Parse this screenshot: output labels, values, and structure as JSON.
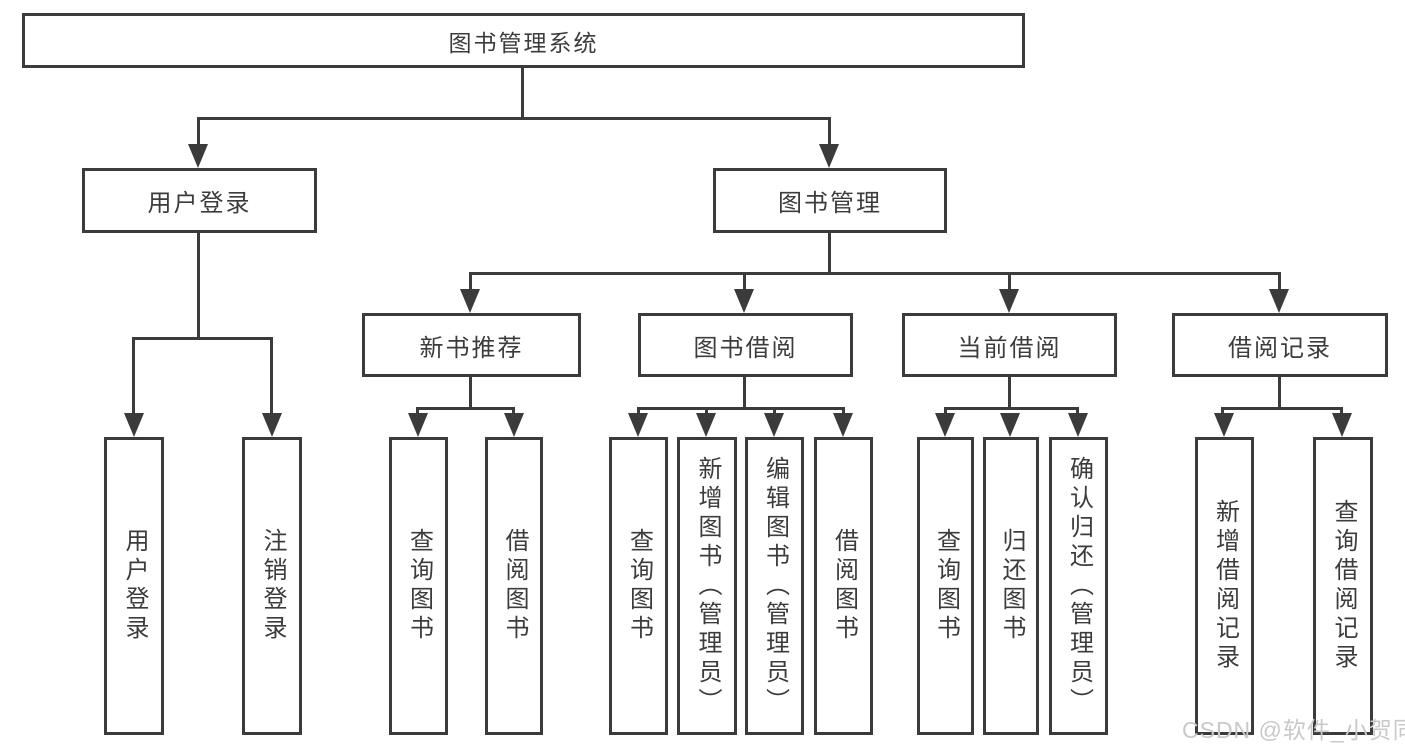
{
  "diagram": {
    "root": {
      "label": "图书管理系统"
    },
    "level2": [
      {
        "label": "用户登录"
      },
      {
        "label": "图书管理"
      }
    ],
    "level3": [
      {
        "label": "新书推荐"
      },
      {
        "label": "图书借阅"
      },
      {
        "label": "当前借阅"
      },
      {
        "label": "借阅记录"
      }
    ],
    "leaves": {
      "user_login": [
        "用户登录",
        "注销登录"
      ],
      "new_book": [
        "查询图书",
        "借阅图书"
      ],
      "book_borrow": [
        "查询图书",
        "新增图书（管理员）",
        "编辑图书（管理员）",
        "借阅图书"
      ],
      "current_borrow": [
        "查询图书",
        "归还图书",
        "确认归还（管理员）"
      ],
      "borrow_record": [
        "新增借阅记录",
        "查询借阅记录"
      ]
    },
    "watermark": "CSDN @软件_小贺同学",
    "colors": {
      "line": "#3b3b3b",
      "text": "#3c3c3c",
      "watermark": "#c9c9c9",
      "background": "#ffffff"
    }
  }
}
